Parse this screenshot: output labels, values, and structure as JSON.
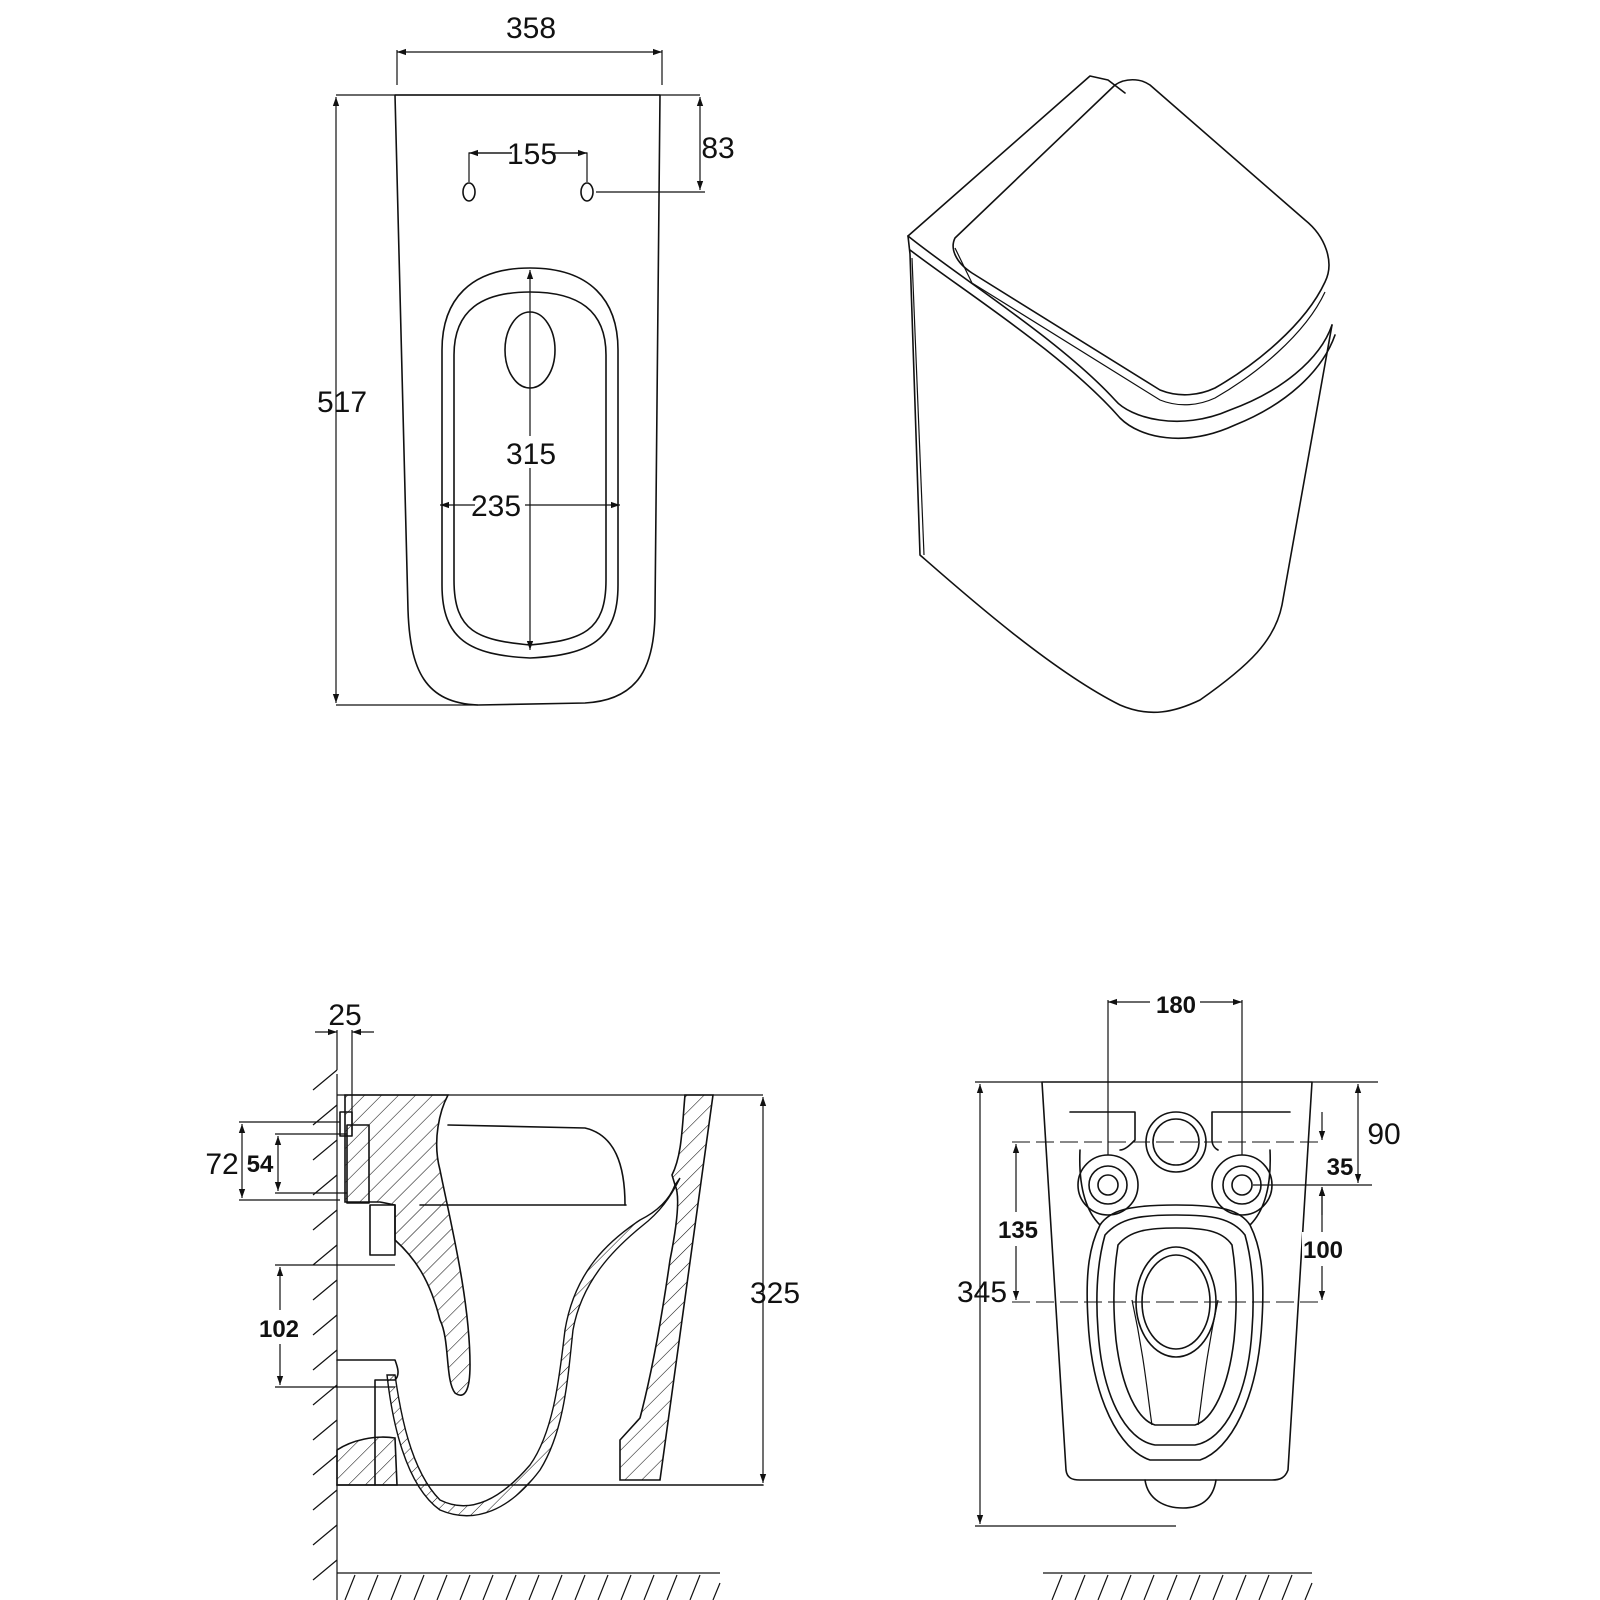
{
  "front_view": {
    "width": "358",
    "height": "517",
    "fixing_distance": "155",
    "fixing_height": "83",
    "bowl_length": "315",
    "bowl_width": "235"
  },
  "side_section": {
    "wall_gap": "25",
    "inlet_outer": "72",
    "inlet_inner": "54",
    "outlet": "102",
    "height": "325"
  },
  "top_view": {
    "bolt_spacing": "180",
    "depth": "345",
    "top_offset": "90",
    "bolt_offset": "35",
    "outlet_position": "135",
    "outlet_to_bolt": "100"
  }
}
